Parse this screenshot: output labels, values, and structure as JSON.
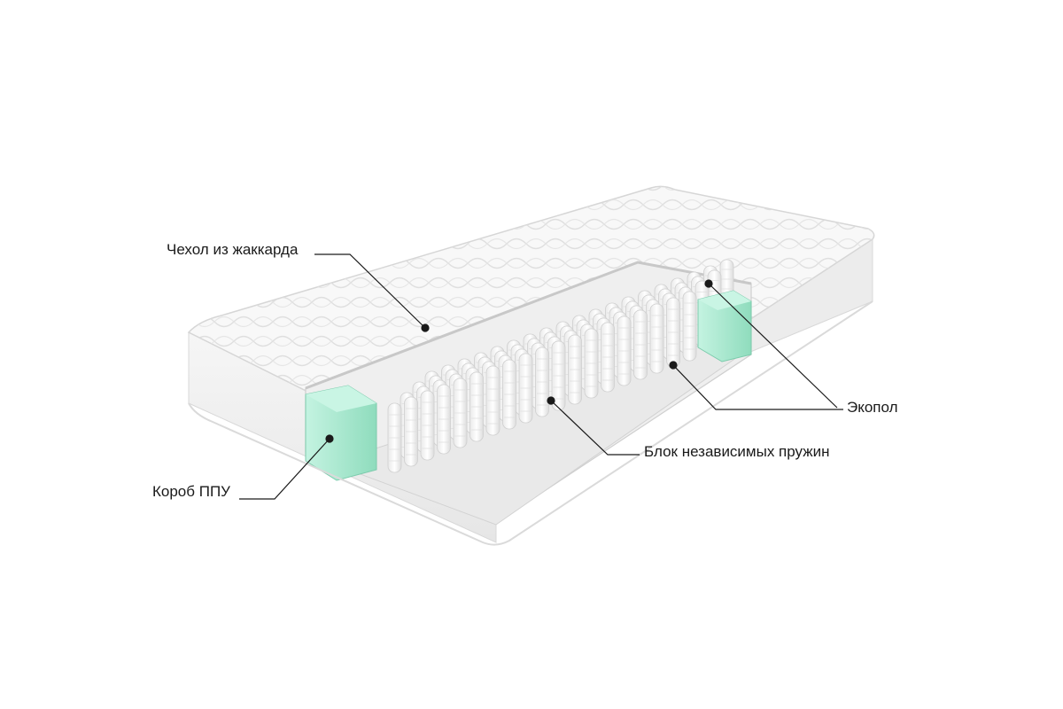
{
  "diagram": {
    "labels": {
      "cover": "Чехол из жаккарда",
      "ecopol": "Экопол",
      "spring_block": "Блок независимых пружин",
      "foam_box": "Короб ППУ"
    },
    "colors": {
      "background": "#ffffff",
      "mattress_top": "#f7f7f7",
      "mattress_side": "#eeeeee",
      "foam": "#a9ead0",
      "springs": "#fafafa",
      "leader_line": "#1a1a1a"
    },
    "icons": {
      "foam_box": "foam-block-icon",
      "spring": "spring-icon"
    }
  }
}
